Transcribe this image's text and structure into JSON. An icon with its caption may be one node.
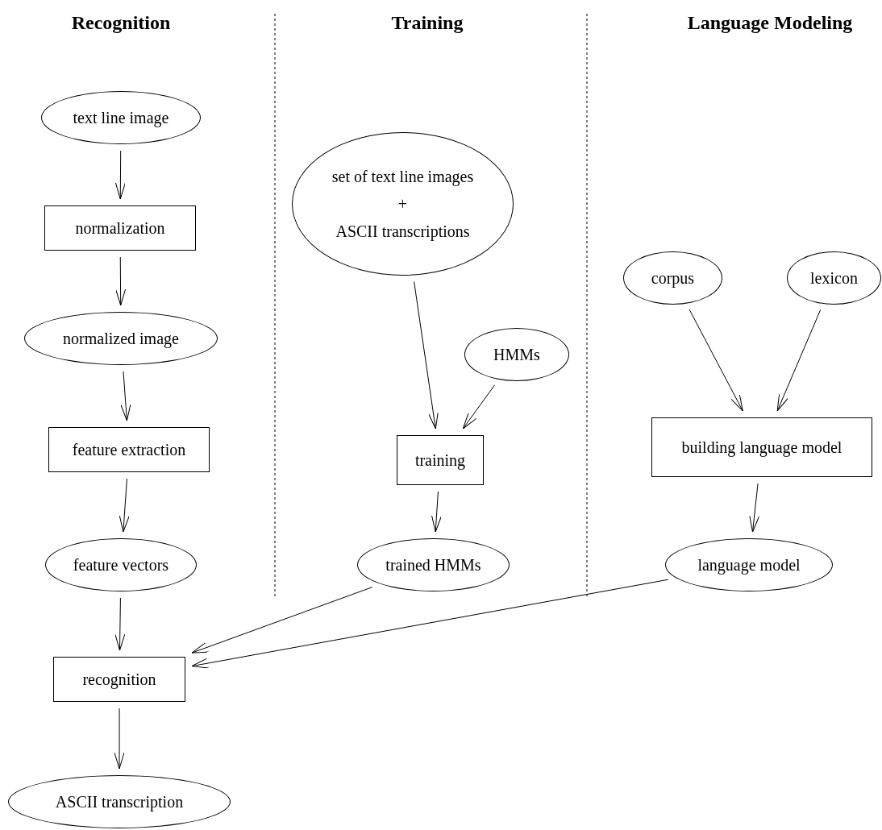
{
  "diagram": {
    "nodes": [
      {
        "text": [
          "text line image"
        ]
      },
      {
        "text": [
          "normalization"
        ]
      },
      {
        "text": [
          "normalized image"
        ]
      },
      {
        "text": [
          "feature extraction"
        ]
      },
      {
        "text": [
          "feature vectors"
        ]
      },
      {
        "text": [
          "recognition"
        ]
      },
      {
        "text": [
          "ASCII transcription"
        ]
      },
      {
        "text": [
          "set of text line images",
          "+",
          "ASCII transcriptions"
        ]
      },
      {
        "text": [
          "HMMs"
        ]
      },
      {
        "text": [
          "training"
        ]
      },
      {
        "text": [
          "trained HMMs"
        ]
      },
      {
        "text": [
          "corpus"
        ]
      },
      {
        "text": [
          "lexicon"
        ]
      },
      {
        "text": [
          "building language model"
        ]
      },
      {
        "text": [
          "language model"
        ]
      }
    ],
    "edges": [
      {
        "from": 0,
        "to": 1,
        "arrow": "to"
      },
      {
        "from": 1,
        "to": 2,
        "arrow": "to"
      },
      {
        "from": 2,
        "to": 3,
        "arrow": "to"
      },
      {
        "from": 3,
        "to": 4,
        "arrow": "to"
      },
      {
        "from": 4,
        "to": 5,
        "arrow": "to"
      },
      {
        "from": 5,
        "to": 6,
        "arrow": "to"
      },
      {
        "from": 7,
        "to": 9,
        "arrow": "to"
      },
      {
        "from": 8,
        "to": 9,
        "arrow": "to"
      },
      {
        "from": 9,
        "to": 10,
        "arrow": "to"
      },
      {
        "from": 11,
        "to": 13,
        "arrow": "to"
      },
      {
        "from": 12,
        "to": 13,
        "arrow": "to"
      },
      {
        "from": 13,
        "to": 14,
        "arrow": "to"
      },
      {
        "from": 10,
        "to": 5,
        "arrow": "to"
      },
      {
        "from": 14,
        "to": 5,
        "arrow": "to"
      }
    ],
    "labels": [
      "Recognition",
      "Training",
      "Language Modeling"
    ]
  }
}
